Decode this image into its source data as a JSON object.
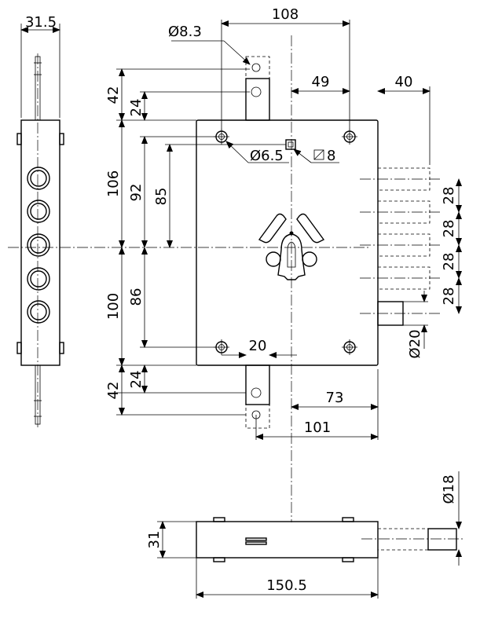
{
  "dimensions": {
    "side_width": "31.5",
    "top_width": "108",
    "hole_top_dia": "Ø8.3",
    "offset_49": "49",
    "bolt_proj": "40",
    "top_42": "42",
    "top_24": "24",
    "height_106": "106",
    "height_92": "92",
    "height_85": "85",
    "hole_mount_dia": "Ø6.5",
    "square_8": "8",
    "pitch_1": "28",
    "pitch_2": "28",
    "pitch_3": "28",
    "pitch_4": "28",
    "height_100": "100",
    "height_86": "86",
    "width_20": "20",
    "bolt_dia_20": "Ø20",
    "bot_42": "42",
    "bot_24": "24",
    "offset_73": "73",
    "offset_101": "101",
    "bolt_dia_18": "Ø18",
    "bottom_31": "31",
    "bottom_150": "150.5"
  }
}
